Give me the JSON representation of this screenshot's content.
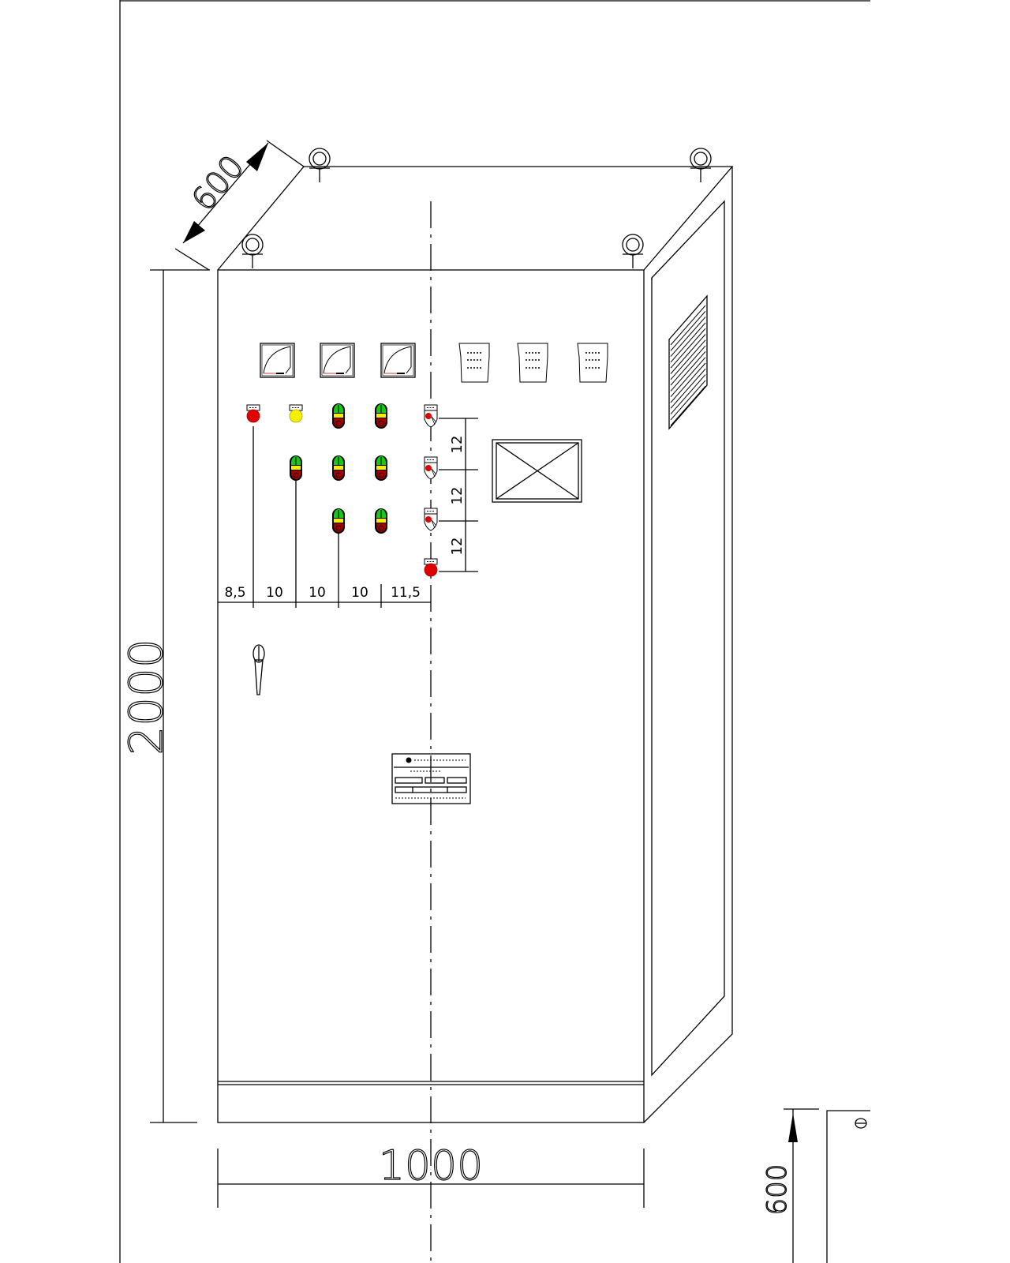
{
  "drawing": {
    "title": "Electrical control cabinet – front isometric view",
    "dimensions": {
      "depth": "600",
      "height": "2000",
      "width": "1000",
      "side_view_depth": "600",
      "horizontal_spacing": [
        "8,5",
        "10",
        "10",
        "10",
        "11,5"
      ],
      "vertical_spacing": [
        "12",
        "12",
        "12"
      ]
    },
    "meters": [
      "ammeter-1",
      "ammeter-2",
      "ammeter-3"
    ],
    "label_plates": 3,
    "indicator_colors": {
      "red": "#e00000",
      "yellow": "#f5f000",
      "green": "#19c819",
      "dark_red": "#a00000"
    }
  }
}
